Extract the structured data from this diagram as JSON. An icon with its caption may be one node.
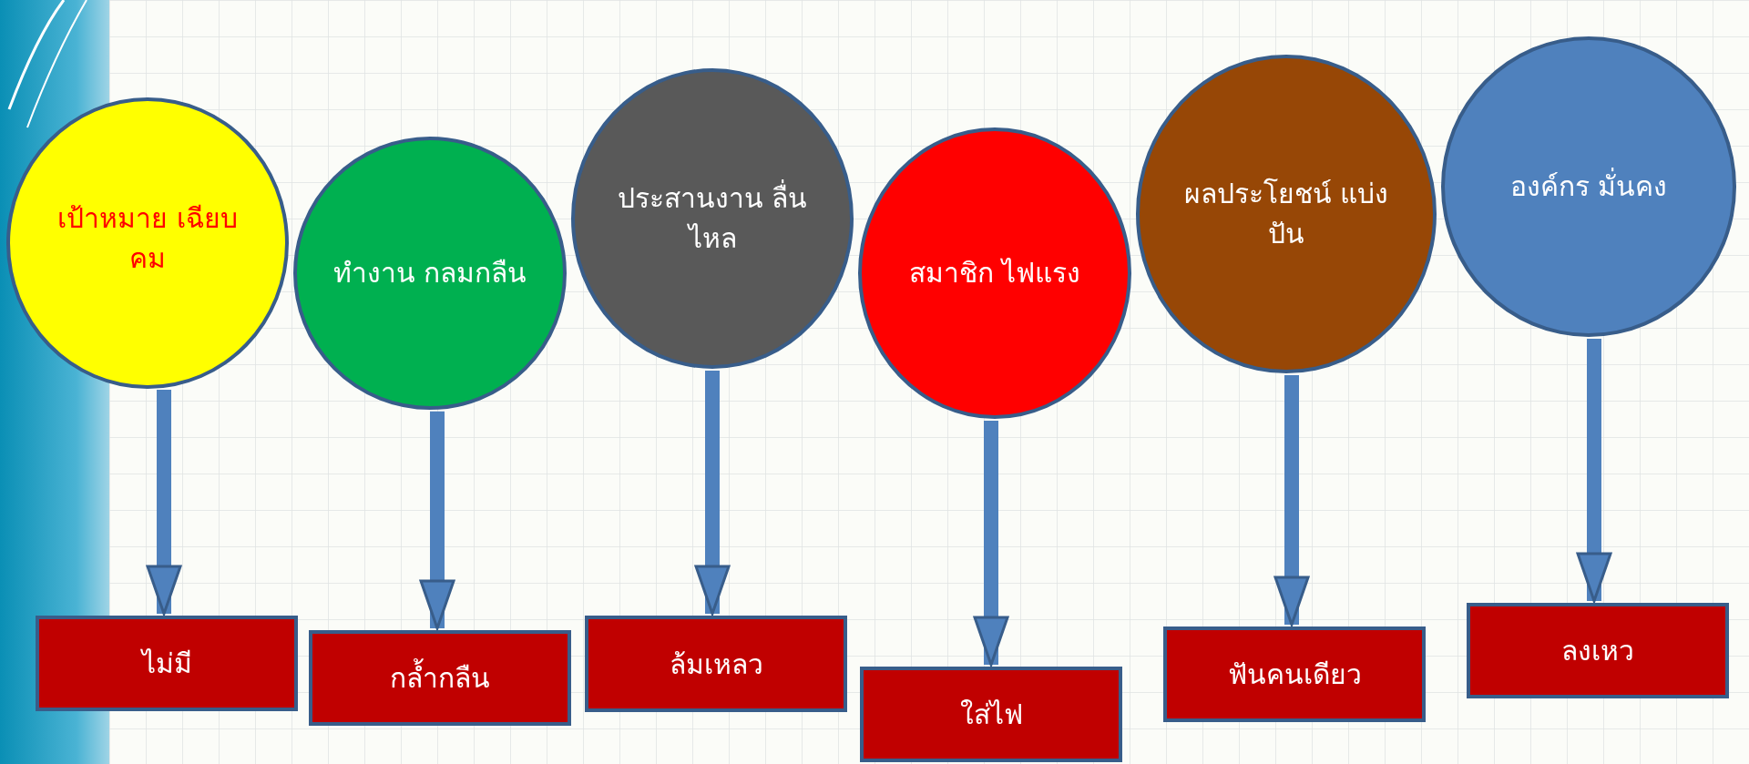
{
  "diagram": {
    "nodes": [
      {
        "text": [
          "เป้าหมาย เฉียบคม"
        ]
      },
      {
        "text": [
          "ทำงาน กลมกลืน"
        ]
      },
      {
        "text": [
          "ประสานงาน ลื่นไหล"
        ]
      },
      {
        "text": [
          "สมาชิก  ไฟแรง"
        ]
      },
      {
        "text": [
          "ผลประโยชน์ แบ่งปัน"
        ]
      },
      {
        "text": [
          "องค์กร มั่นคง"
        ]
      },
      {
        "text": [
          "ไม่มี"
        ]
      },
      {
        "text": [
          "กล้ำกลืน"
        ]
      },
      {
        "text": [
          "ล้มเหลว"
        ]
      },
      {
        "text": [
          "ใส่ไฟ"
        ]
      },
      {
        "text": [
          "ฟันคนเดียว"
        ]
      },
      {
        "text": [
          "ลงเหว"
        ]
      }
    ],
    "edges": [
      {
        "from": 0,
        "to": 6,
        "arrow": "to"
      },
      {
        "from": 1,
        "to": 7,
        "arrow": "to"
      },
      {
        "from": 2,
        "to": 8,
        "arrow": "to"
      },
      {
        "from": 3,
        "to": 9,
        "arrow": "to"
      },
      {
        "from": 4,
        "to": 10,
        "arrow": "to"
      },
      {
        "from": 5,
        "to": 11,
        "arrow": "to"
      }
    ]
  }
}
